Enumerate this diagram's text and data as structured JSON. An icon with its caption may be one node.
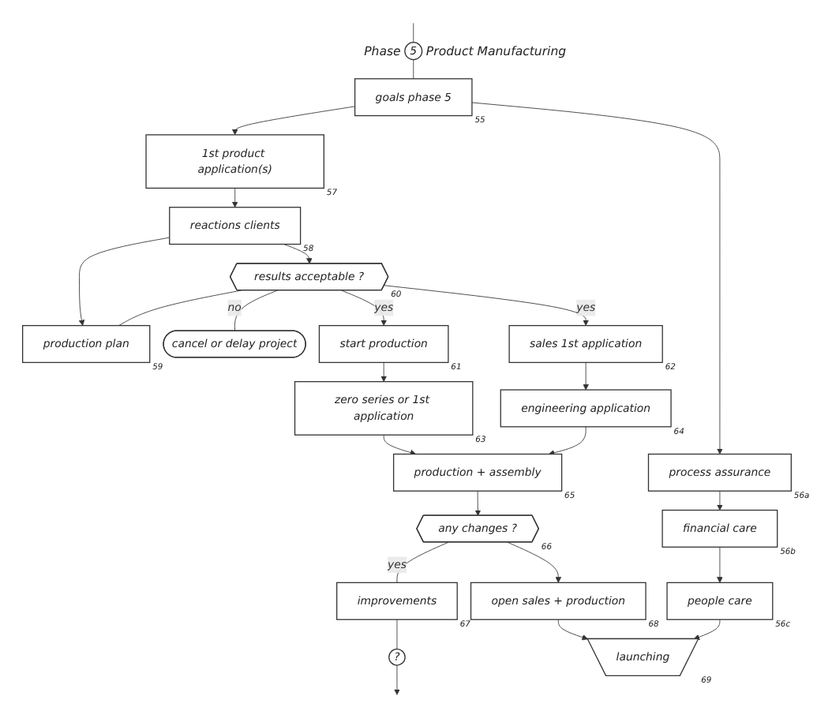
{
  "diagram": {
    "nodes": [
      {
        "text": [
          "5"
        ],
        "beside": [
          "Phase",
          "Product Manufacturing"
        ]
      },
      {
        "text": [
          "goals phase 5"
        ],
        "beside": [
          "55"
        ]
      },
      {
        "text": [
          "1st product application(s)"
        ],
        "beside": [
          "57"
        ]
      },
      {
        "text": [
          "reactions clients"
        ],
        "beside": [
          "58"
        ]
      },
      {
        "text": [
          "production plan"
        ],
        "beside": [
          "59"
        ]
      },
      {
        "text": [
          "results acceptable ?"
        ],
        "beside": [
          "60"
        ]
      },
      {
        "text": [
          "cancel or delay project"
        ]
      },
      {
        "text": [
          "process assurance"
        ],
        "beside": [
          "56a"
        ]
      },
      {
        "text": [
          "financial care"
        ],
        "beside": [
          "56b"
        ]
      },
      {
        "text": [
          "people care"
        ],
        "beside": [
          "56c"
        ]
      },
      {
        "text": [
          "start production"
        ],
        "beside": [
          "61"
        ]
      },
      {
        "text": [
          "sales 1st application"
        ],
        "beside": [
          "62"
        ]
      },
      {
        "text": [
          "zero series or 1st application"
        ],
        "beside": [
          "63"
        ]
      },
      {
        "text": [
          "engineering application"
        ],
        "beside": [
          "64"
        ]
      },
      {
        "text": [
          "?"
        ]
      },
      {
        "text": [
          "improvements"
        ],
        "beside": [
          "67"
        ]
      },
      {
        "text": [
          "production + assembly"
        ],
        "beside": [
          "65"
        ]
      },
      {
        "text": [
          "any changes ?"
        ],
        "beside": [
          "66"
        ]
      },
      {
        "text": [
          "open sales + production"
        ],
        "beside": [
          "68"
        ]
      },
      {
        "text": [
          "launching"
        ],
        "beside": [
          "69"
        ]
      }
    ],
    "edges": [
      {
        "from": null,
        "to": 0,
        "arrow": "none"
      },
      {
        "from": 0,
        "to": 1,
        "arrow": "none"
      },
      {
        "from": 1,
        "to": 2,
        "arrow": "to"
      },
      {
        "from": 1,
        "to": 7,
        "arrow": "to"
      },
      {
        "from": 2,
        "to": 3,
        "arrow": "to"
      },
      {
        "from": 3,
        "to": 4,
        "arrow": "to"
      },
      {
        "from": 3,
        "to": 5,
        "arrow": "to"
      },
      {
        "from": 5,
        "to": 4,
        "arrow": "none"
      },
      {
        "from": 5,
        "to": 6,
        "arrow": "none",
        "label": "no"
      },
      {
        "from": 5,
        "to": 10,
        "arrow": "to",
        "label": "yes"
      },
      {
        "from": 5,
        "to": 11,
        "arrow": "to",
        "label": "yes"
      },
      {
        "from": 7,
        "to": 8,
        "arrow": "to"
      },
      {
        "from": 8,
        "to": 9,
        "arrow": "to"
      },
      {
        "from": 10,
        "to": 12,
        "arrow": "to"
      },
      {
        "from": 11,
        "to": 13,
        "arrow": "to"
      },
      {
        "from": 12,
        "to": 16,
        "arrow": "to"
      },
      {
        "from": 13,
        "to": 16,
        "arrow": "to"
      },
      {
        "from": 16,
        "to": 17,
        "arrow": "to"
      },
      {
        "from": 17,
        "to": 15,
        "arrow": "none",
        "label": "yes"
      },
      {
        "from": 15,
        "to": 14,
        "arrow": "none"
      },
      {
        "from": 14,
        "to": null,
        "arrow": "to"
      },
      {
        "from": 17,
        "to": 18,
        "arrow": "to"
      },
      {
        "from": 18,
        "to": 19,
        "arrow": "to"
      },
      {
        "from": 9,
        "to": 19,
        "arrow": "to"
      }
    ]
  }
}
